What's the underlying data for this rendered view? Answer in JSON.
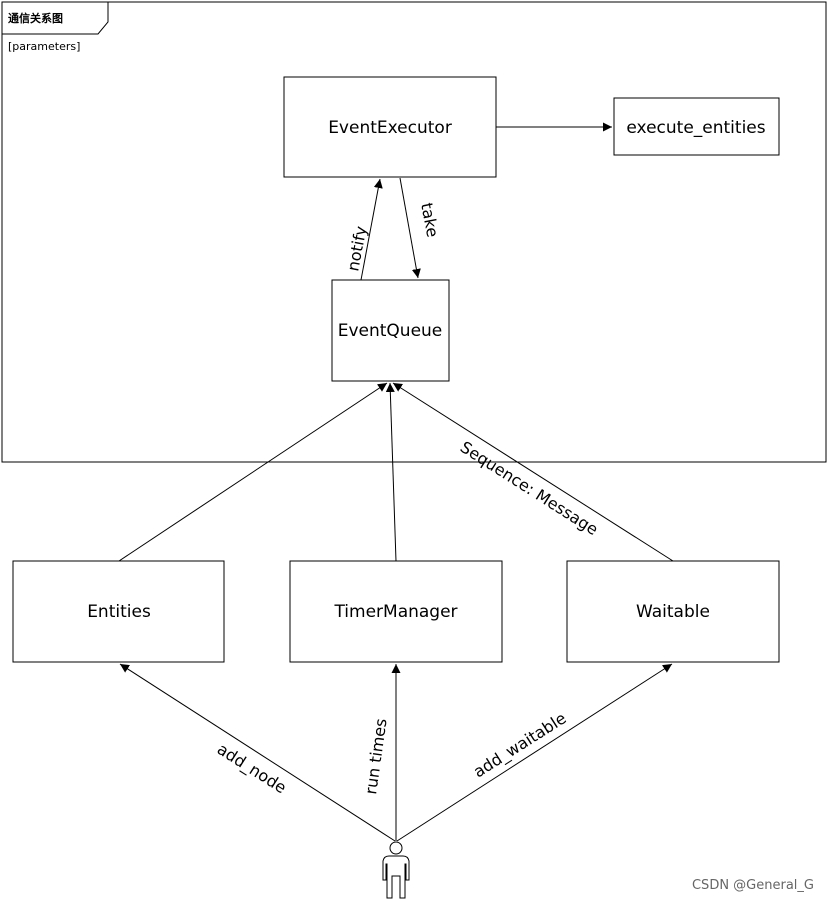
{
  "frame": {
    "title": "通信关系图",
    "parameters": "[parameters]"
  },
  "nodes": {
    "event_executor": "EventExecutor",
    "execute_entities": "execute_entities",
    "event_queue": "EventQueue",
    "entities": "Entities",
    "timer_manager": "TimerManager",
    "waitable": "Waitable"
  },
  "edges": {
    "notify": "notify",
    "take": "take",
    "sequence_message": "Sequence: Message",
    "add_node": "add_node",
    "run_times": "run times",
    "add_waitable": "add_waitable"
  },
  "watermark": "CSDN @General_G"
}
